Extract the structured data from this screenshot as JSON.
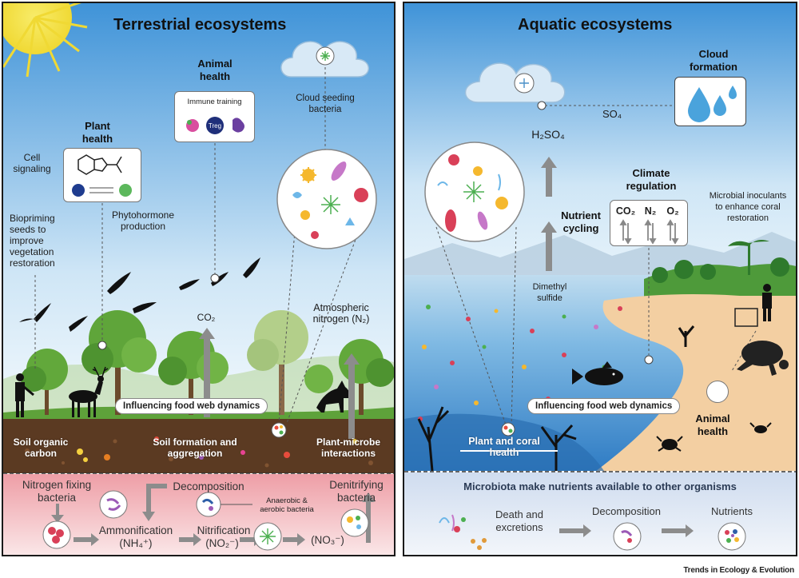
{
  "terrestrial": {
    "title": "Terrestrial ecosystems",
    "animal_health": "Animal health",
    "immune_training": "Immune training",
    "treg": "Treg",
    "cloud_seeding": "Cloud seeding bacteria",
    "plant_health": "Plant health",
    "cell_signaling": "Cell signaling",
    "phytohormone": "Phytohormone production",
    "biopriming": "Biopriming seeds to improve vegetation restoration",
    "co2": "CO₂",
    "atm_nitrogen": "Atmospheric nitrogen (N₂)",
    "food_web": "Influencing food web dynamics",
    "soil_organic": "Soil organic carbon",
    "soil_formation": "Soil formation and aggregation",
    "plant_microbe": "Plant-microbe interactions",
    "nitrogen_fixing": "Nitrogen fixing bacteria",
    "decomposition": "Decomposition",
    "anaerobic": "Anaerobic & aerobic bacteria",
    "denitrifying": "Denitrifying bacteria",
    "ammonification": "Ammonification",
    "nh4": "(NH₄⁺)",
    "nitrification": "Nitrification",
    "no2": "(NO₂⁻)",
    "no3": "(NO₃⁻)"
  },
  "aquatic": {
    "title": "Aquatic ecosystems",
    "cloud_formation": "Cloud formation",
    "so4": "SO₄",
    "h2so4": "H₂SO₄",
    "climate_regulation": "Climate regulation",
    "co2": "CO₂",
    "n2": "N₂",
    "o2": "O₂",
    "nutrient_cycling": "Nutrient cycling",
    "microbial_inoculants": "Microbial inoculants to enhance coral restoration",
    "dimethyl": "Dimethyl sulfide",
    "food_web": "Influencing food web dynamics",
    "plant_coral": "Plant and coral health",
    "animal_health": "Animal health",
    "microbiota": "Microbiota make nutrients available to other organisms",
    "death": "Death and excretions",
    "decomposition": "Decomposition",
    "nutrients": "Nutrients"
  },
  "credit": "Trends in Ecology & Evolution",
  "colors": {
    "sky_top": "#3f93d8",
    "sky_bottom": "#e6f2fb",
    "soil": "#5b3a22",
    "pink_band": "#f2b9bd",
    "sand": "#f3cfa2",
    "sea": "#3e8fcf"
  }
}
